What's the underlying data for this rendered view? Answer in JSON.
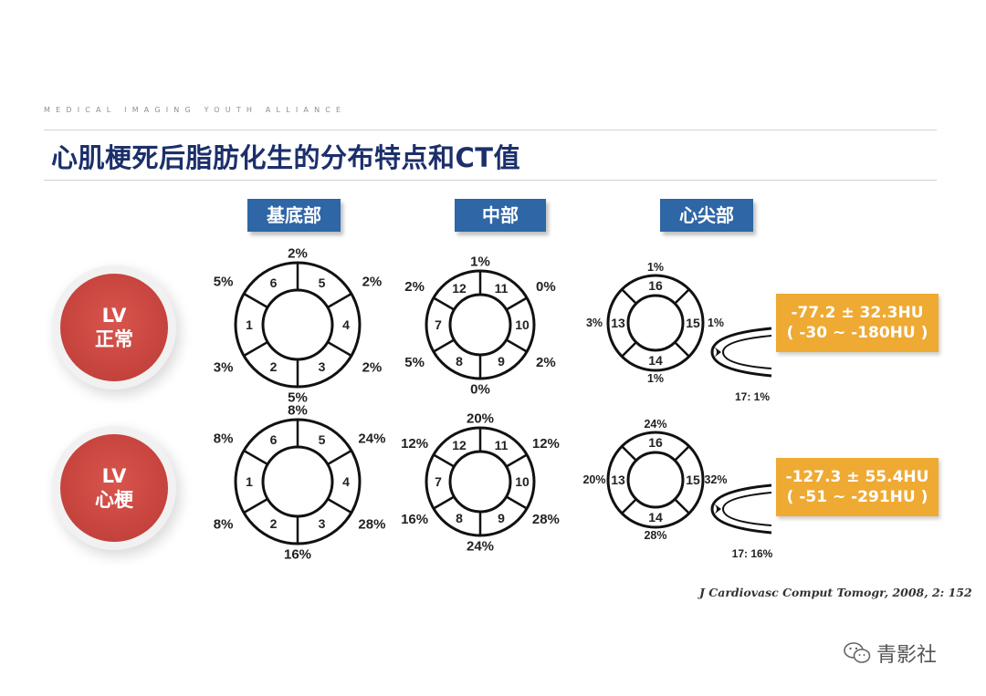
{
  "brand": "MEDICAL IMAGING YOUTH ALLIANCE",
  "title": "心肌梗死后脂肪化生的分布特点和CT值",
  "headers": {
    "basal": "基底部",
    "mid": "中部",
    "apical": "心尖部"
  },
  "rows": [
    {
      "label_line1": "LV",
      "label_line2": "正常",
      "basal": [
        "2%",
        "2%",
        "2%",
        "5%",
        "3%",
        "5%"
      ],
      "mid": [
        "1%",
        "0%",
        "2%",
        "0%",
        "5%",
        "2%"
      ],
      "apical": [
        "1%",
        "1%",
        "1%",
        "3%"
      ],
      "apex": "17: 1%",
      "hu_line1": "-77.2 ± 32.3HU",
      "hu_line2": "( -30 ~ -180HU )"
    },
    {
      "label_line1": "LV",
      "label_line2": "心梗",
      "basal": [
        "8%",
        "24%",
        "28%",
        "16%",
        "8%",
        "8%"
      ],
      "mid": [
        "20%",
        "12%",
        "28%",
        "24%",
        "16%",
        "12%"
      ],
      "apical": [
        "24%",
        "32%",
        "28%",
        "20%"
      ],
      "apex": "17: 16%",
      "hu_line1": "-127.3 ± 55.4HU",
      "hu_line2": "( -51 ~ -291HU )"
    }
  ],
  "segments": {
    "basal": [
      "1",
      "6",
      "5",
      "4",
      "3",
      "2"
    ],
    "mid": [
      "7",
      "12",
      "11",
      "10",
      "9",
      "8"
    ],
    "apical": [
      "13",
      "16",
      "15",
      "14"
    ]
  },
  "reference": "J Cardiovasc Comput Tomogr, 2008, 2: 152",
  "logo_text": "青影社",
  "icon": "wechat-icon"
}
